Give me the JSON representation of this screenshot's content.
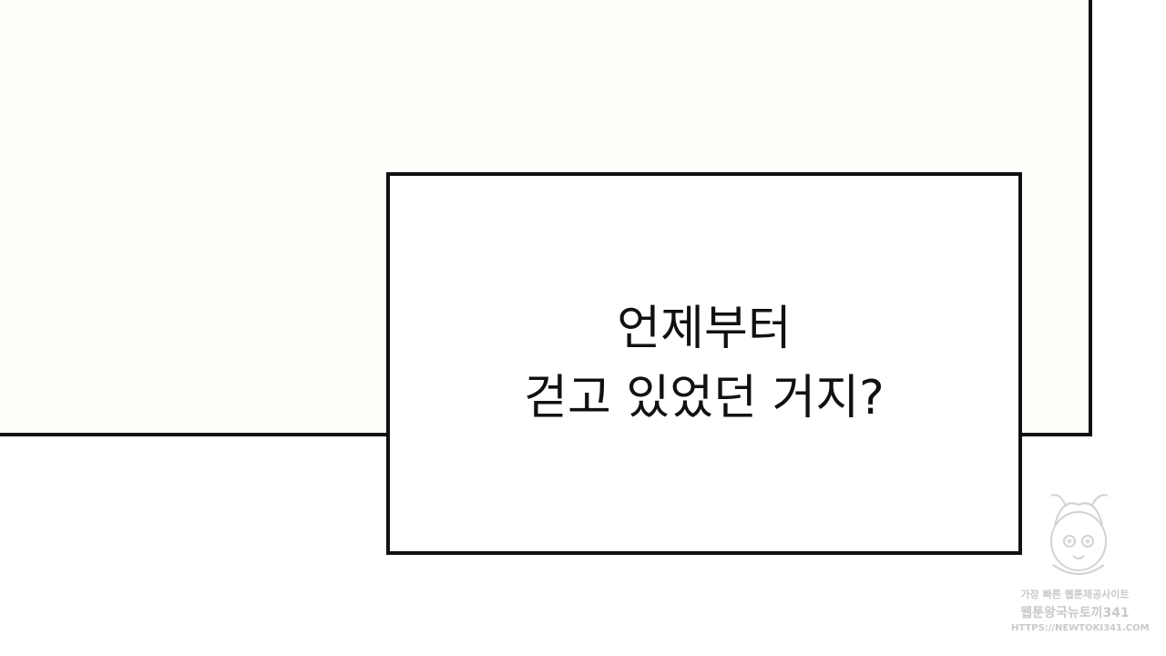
{
  "speech": {
    "lines": [
      "언제부터",
      "걷고 있었던 거지?"
    ]
  },
  "watermark": {
    "line1": "가장 빠른 웹툰제공사이트",
    "line2": "웹툰왕국뉴토끼341",
    "line3": "HTTPS://NEWTOKI341.COM",
    "mascot_icon": "mascot-character-icon"
  },
  "colors": {
    "background": "#ffffff",
    "back_panel": "#fefefa",
    "border": "#111111",
    "text": "#111111",
    "watermark": "#c9c9c9"
  }
}
